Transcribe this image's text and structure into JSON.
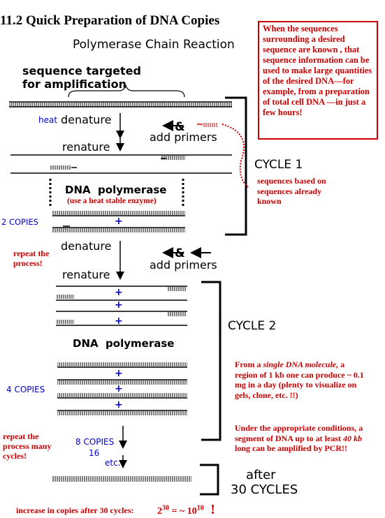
{
  "title": "11.2 Quick Preparation of DNA Copies",
  "subtitle": "Polymerase Chain Reaction",
  "target_label": "sequence targeted\nfor amplification",
  "red_box_text": "When the sequences surrounding a desired sequence are known , that sequence information can be used to make large quantities of the desired DNA—for example, from a preparation of total cell DNA —in just a few hours!",
  "heat": "heat",
  "denature": "denature",
  "renature": "renature",
  "ampersand": "&",
  "add_primers": "add primers",
  "cycle1": "CYCLE 1",
  "cycle2": "CYCLE 2",
  "primer_note": "sequences based on sequences already known",
  "dna_polymerase": "DNA  polymerase",
  "heat_stable": "(use a heat stable enzyme)",
  "plus": "+",
  "copies2": "2 COPIES",
  "copies4": "4 COPIES",
  "copies8": "8 COPIES",
  "copies16": "16",
  "etc": "etc.",
  "repeat1": "repeat the\nprocess!",
  "repeat2": "repeat the\nprocess many\ncycles!",
  "note_single_pre": "From a ",
  "note_single_em": "single DNA molecule,",
  "note_single_post": " a region of 1 kb one can produce  ~ 0.1 mg in a day (plenty to visualize on gels, clone, etc. !!)",
  "note_long_pre": "Under the appropriate conditions, a segment of DNA up to at least ",
  "note_long_em": "40 kb",
  "note_long_post": " long can be amplified by PCR!!",
  "after": "after",
  "cycles30": "30 CYCLES",
  "bottom_label": "increase in copies after 30 cycles:",
  "pow_base": "2",
  "pow_exp": "30",
  "eq_approx": "=   ~ 10",
  "pow2_exp": "10",
  "exclaim": "!"
}
